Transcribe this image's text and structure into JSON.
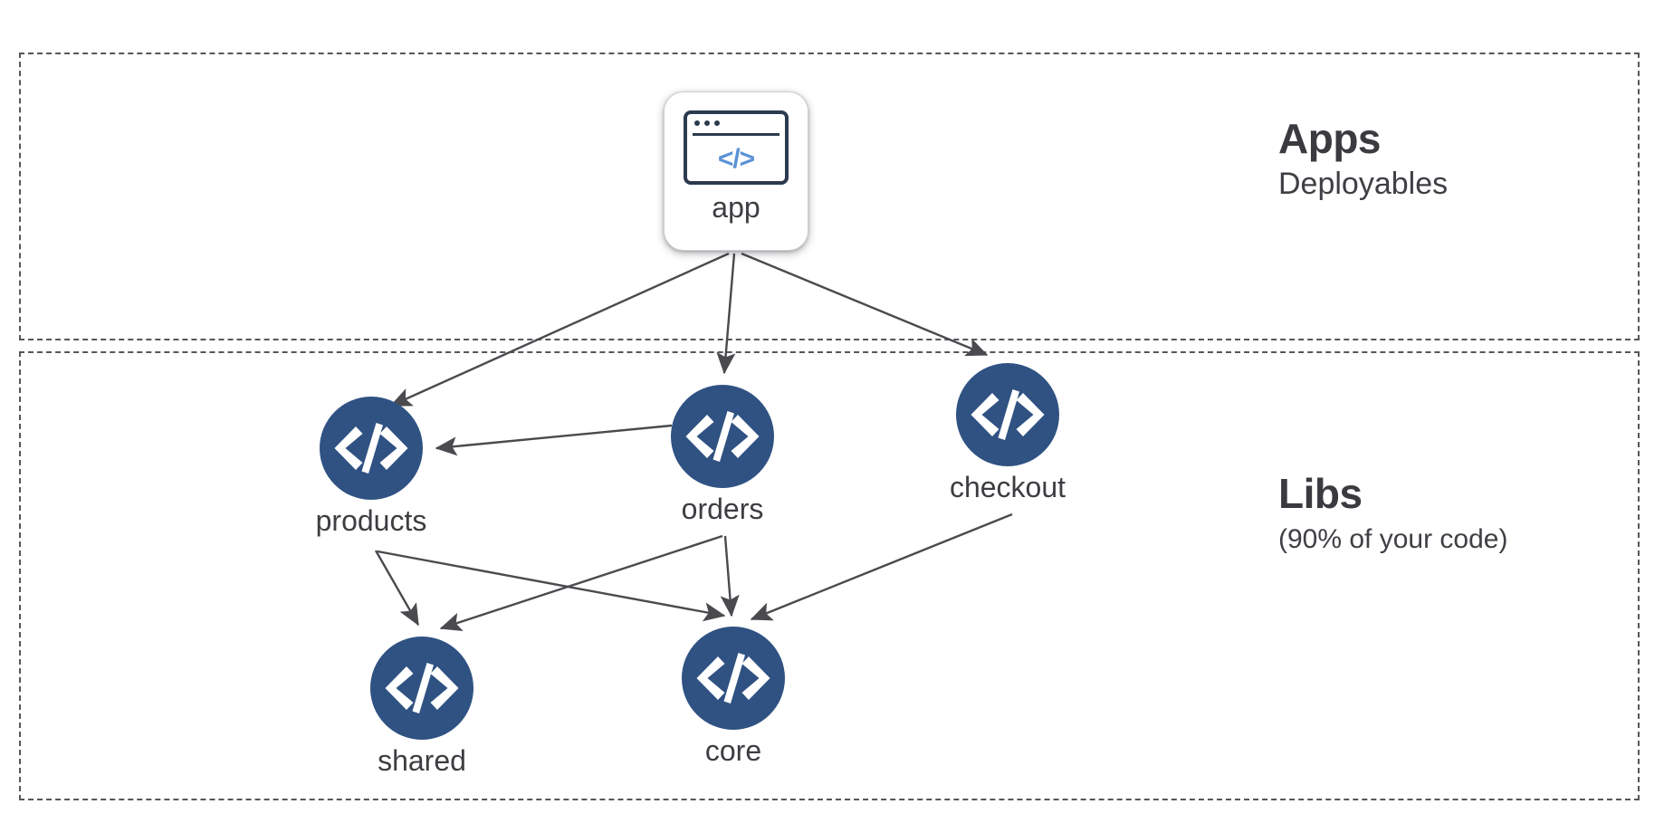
{
  "diagram": {
    "title": "Nx workspace apps and libs dependency graph",
    "background": "#ffffff",
    "node_color": "#2f5282",
    "edge_color": "#4a4a4f",
    "zone_border_color": "#56565c",
    "text_color": "#3d3d42",
    "code_glyph_color": "#5b92d6"
  },
  "zones": [
    {
      "id": "apps",
      "title": "Apps",
      "subtitle": "Deployables"
    },
    {
      "id": "libs",
      "title": "Libs",
      "subtitle": "(90% of your code)"
    }
  ],
  "nodes": [
    {
      "id": "app",
      "label": "app",
      "zone": "apps",
      "shape": "rounded-card",
      "icon": "browser-code-icon",
      "code_glyph": "</>"
    },
    {
      "id": "products",
      "label": "products",
      "zone": "libs",
      "shape": "circle",
      "icon": "code-icon"
    },
    {
      "id": "orders",
      "label": "orders",
      "zone": "libs",
      "shape": "circle",
      "icon": "code-icon"
    },
    {
      "id": "checkout",
      "label": "checkout",
      "zone": "libs",
      "shape": "circle",
      "icon": "code-icon"
    },
    {
      "id": "shared",
      "label": "shared",
      "zone": "libs",
      "shape": "circle",
      "icon": "code-icon"
    },
    {
      "id": "core",
      "label": "core",
      "zone": "libs",
      "shape": "circle",
      "icon": "code-icon"
    }
  ],
  "edges": [
    {
      "from": "app",
      "to": "products"
    },
    {
      "from": "app",
      "to": "orders"
    },
    {
      "from": "app",
      "to": "checkout"
    },
    {
      "from": "orders",
      "to": "products"
    },
    {
      "from": "products",
      "to": "shared"
    },
    {
      "from": "products",
      "to": "core"
    },
    {
      "from": "orders",
      "to": "shared"
    },
    {
      "from": "orders",
      "to": "core"
    },
    {
      "from": "checkout",
      "to": "core"
    }
  ]
}
